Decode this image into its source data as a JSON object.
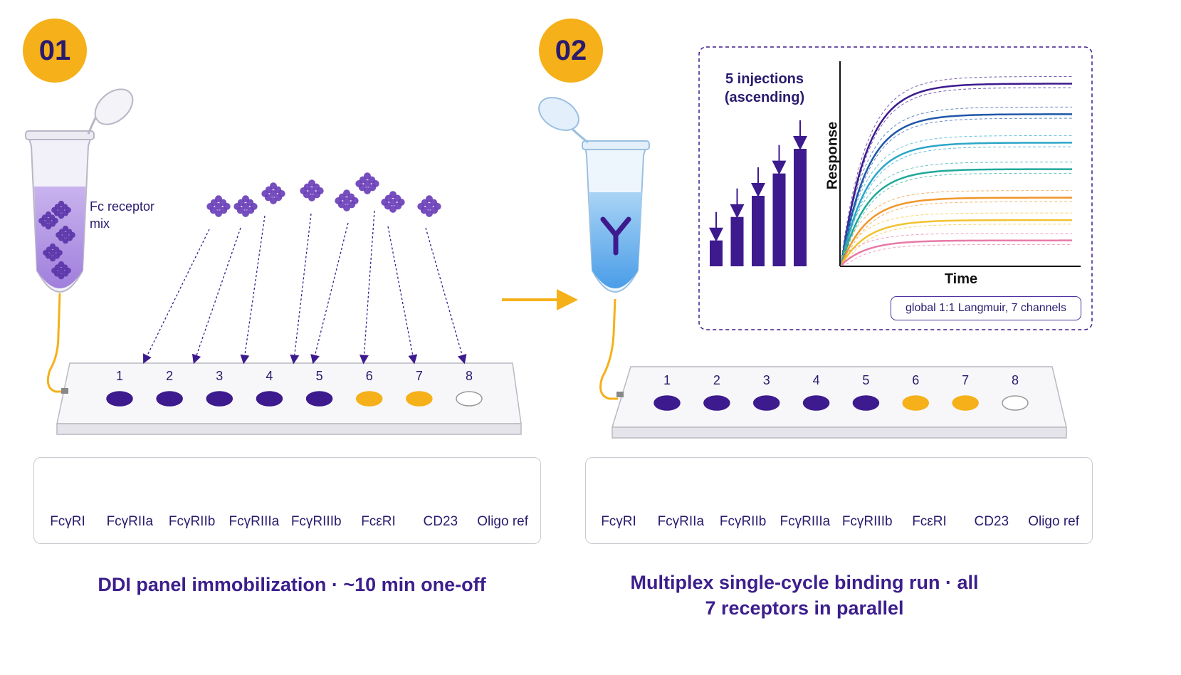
{
  "step1": {
    "badge": "01",
    "tube_label": "Fc receptor mix",
    "caption": "DDI panel immobilization · ~10 min one-off"
  },
  "step2": {
    "badge": "02",
    "caption": "Multiplex single-cycle binding run · all 7 receptors in parallel"
  },
  "chip_spots": [
    {
      "number": "1",
      "color": "#3d1a8e"
    },
    {
      "number": "2",
      "color": "#3d1a8e"
    },
    {
      "number": "3",
      "color": "#3d1a8e"
    },
    {
      "number": "4",
      "color": "#3d1a8e"
    },
    {
      "number": "5",
      "color": "#3d1a8e"
    },
    {
      "number": "6",
      "color": "#f5b01a"
    },
    {
      "number": "7",
      "color": "#f5b01a"
    },
    {
      "number": "8",
      "color": "#ffffff"
    }
  ],
  "receptors": [
    {
      "label": "FcγRI",
      "color": "#3d1a8e",
      "icon": "oval-receptor-icon"
    },
    {
      "label": "FcγRIIa",
      "color": "#3d1a8e",
      "icon": "leaf-receptor-icon"
    },
    {
      "label": "FcγRIIb",
      "color": "#3d1a8e",
      "icon": "mushroom-receptor-icon"
    },
    {
      "label": "FcγRIIIa",
      "color": "#3d1a8e",
      "icon": "y-receptor-icon"
    },
    {
      "label": "FcγRIIIb",
      "color": "#3d1a8e",
      "icon": "peanut-receptor-icon"
    },
    {
      "label": "FcεRI",
      "color": "#f5b01a",
      "icon": "bean-receptor-icon"
    },
    {
      "label": "CD23",
      "color": "#f5b01a",
      "icon": "lobed-receptor-icon"
    },
    {
      "label": "Oligo ref",
      "color": "#bbbbbb",
      "icon": "no-symbol-icon"
    }
  ],
  "inset": {
    "injections_title": "5 injections (ascending)",
    "injection_levels": [
      0.22,
      0.42,
      0.6,
      0.79,
      1.0
    ],
    "y_label": "Response",
    "x_label": "Time",
    "model_label": "global 1:1 Langmuir, 7 channels",
    "curves": [
      {
        "color": "#3d1a8e",
        "plateau": 0.89
      },
      {
        "color": "#1f56a8",
        "plateau": 0.74
      },
      {
        "color": "#2aa6c8",
        "plateau": 0.6
      },
      {
        "color": "#20a89a",
        "plateau": 0.47
      },
      {
        "color": "#f0962a",
        "plateau": 0.33
      },
      {
        "color": "#f2c230",
        "plateau": 0.22
      },
      {
        "color": "#e879a8",
        "plateau": 0.12
      }
    ]
  },
  "colors": {
    "accent": "#f5b01a",
    "primary": "#3d1a8e",
    "text": "#2a1a6e"
  }
}
